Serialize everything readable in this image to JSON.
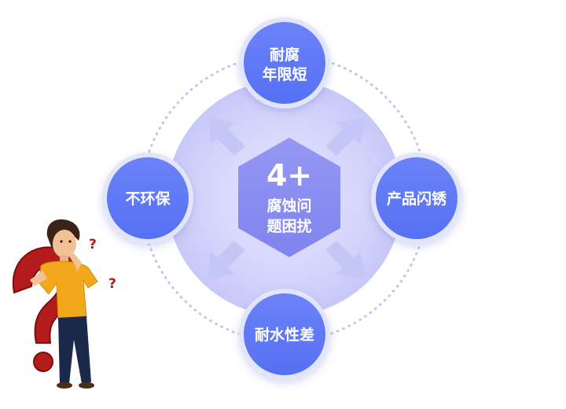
{
  "center": {
    "headline": "4+",
    "line1": "腐蚀问",
    "line2": "题困扰"
  },
  "nodes": {
    "top": {
      "line1": "耐腐",
      "line2": "年限短"
    },
    "left": {
      "label": "不环保"
    },
    "right": {
      "label": "产品闪锈"
    },
    "bottom": {
      "label": "耐水性差"
    }
  },
  "decor": {
    "question_mark_big": "?",
    "question_mark_small_1": "?",
    "question_mark_small_2": "?"
  },
  "colors": {
    "node_fill": "#6077f6",
    "node_ring": "#dfe2fb",
    "center_hex": "#8b8ff1",
    "disc": "#cfd0fb",
    "arrow": "#c4c6f6",
    "dotted": "#c3c5f1",
    "question_mark": "#b41b1b"
  }
}
